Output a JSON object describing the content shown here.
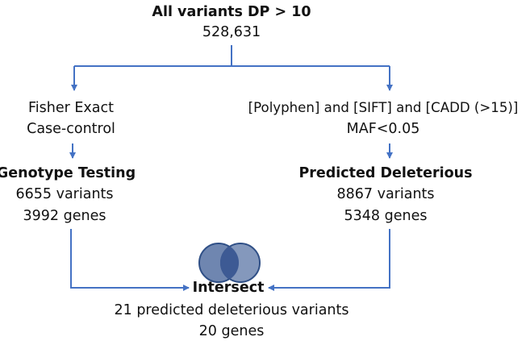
{
  "top": {
    "title": "All variants DP > 10",
    "count": "528,631"
  },
  "left": {
    "method_line1": "Fisher Exact",
    "method_line2": "Case-control",
    "result_title": "Genotype Testing",
    "variants": "6655 variants",
    "genes": "3992 genes"
  },
  "right": {
    "method_line1": "[Polyphen] and [SIFT] and [CADD (>15)]",
    "method_line2": "MAF<0.05",
    "result_title": "Predicted Deleterious",
    "variants": "8867 variants",
    "genes": "5348 genes"
  },
  "intersect": {
    "title": "Intersect",
    "variants": "21 predicted deleterious variants",
    "genes": "20 genes"
  },
  "colors": {
    "arrow": "#4472c4",
    "venn_fill": "#6f86b0",
    "venn_stroke": "#2f4f86",
    "text": "#111111"
  }
}
